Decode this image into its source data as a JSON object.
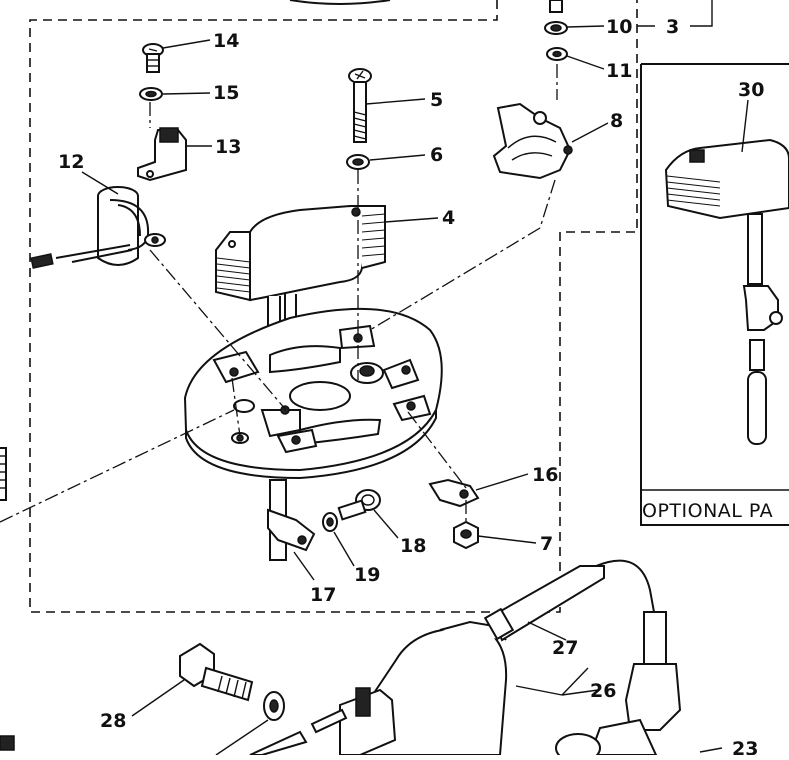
{
  "callouts": [
    {
      "id": "14",
      "text": "14"
    },
    {
      "id": "15",
      "text": "15"
    },
    {
      "id": "13",
      "text": "13"
    },
    {
      "id": "12",
      "text": "12"
    },
    {
      "id": "5",
      "text": "5"
    },
    {
      "id": "6",
      "text": "6"
    },
    {
      "id": "4",
      "text": "4"
    },
    {
      "id": "8",
      "text": "8"
    },
    {
      "id": "10",
      "text": "10"
    },
    {
      "id": "11",
      "text": "11"
    },
    {
      "id": "3",
      "text": "3"
    },
    {
      "id": "30",
      "text": "30"
    },
    {
      "id": "16",
      "text": "16"
    },
    {
      "id": "18",
      "text": "18"
    },
    {
      "id": "7",
      "text": "7"
    },
    {
      "id": "19",
      "text": "19"
    },
    {
      "id": "17",
      "text": "17"
    },
    {
      "id": "27",
      "text": "27"
    },
    {
      "id": "26",
      "text": "26"
    },
    {
      "id": "28",
      "text": "28"
    },
    {
      "id": "23",
      "text": "23"
    }
  ],
  "optional_panel": {
    "text": "OPTIONAL PA"
  }
}
